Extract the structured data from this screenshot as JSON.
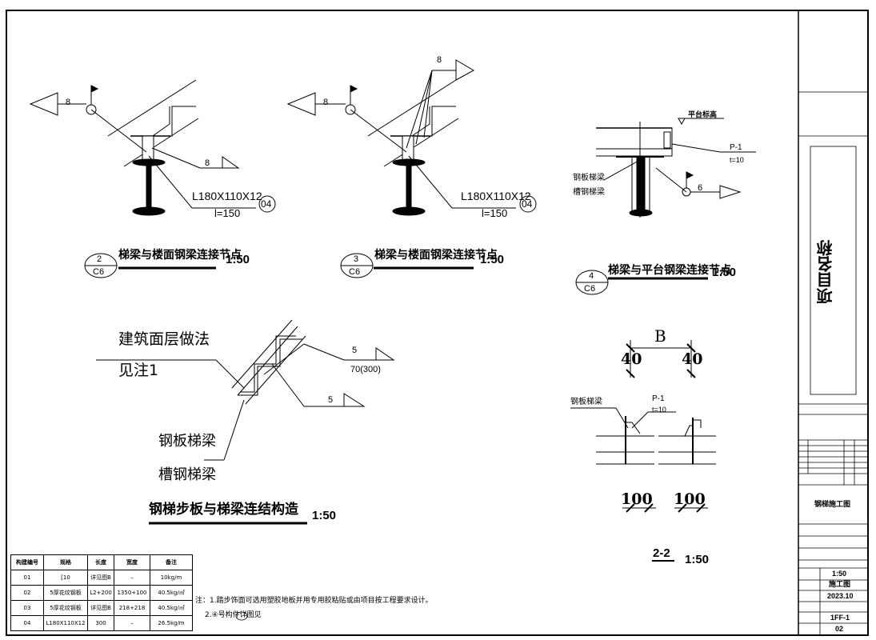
{
  "details": {
    "d2": {
      "num": "2",
      "sheet": "C6",
      "title": "梯梁与楼面钢梁连接节点",
      "scale": "1:50",
      "weld1": "8",
      "weld2": "8",
      "angle": "L180X110X12",
      "len": "l=150",
      "tag": "04"
    },
    "d3": {
      "num": "3",
      "sheet": "C6",
      "title": "梯梁与楼面钢梁连接节点",
      "scale": "1:50",
      "weld1": "8",
      "weld2": "8",
      "angle": "L180X110X12",
      "len": "l=150",
      "tag": "04"
    },
    "d4": {
      "num": "4",
      "sheet": "C6",
      "title": "梯梁与平台钢梁连接节点",
      "scale": "1:50",
      "platform": "平台标高",
      "plate": "P-1",
      "thk": "t=10",
      "beam1": "钢板梯梁",
      "beam2": "槽钢梯梁",
      "weld": "6"
    },
    "stair": {
      "title": "钢梯步板与梯梁连结构造",
      "scale": "1:50",
      "note1": "建筑面层做法",
      "note2": "见注1",
      "weld1": "5",
      "weld1b": "70(300)",
      "weld2": "5",
      "beam1": "钢板梯梁",
      "beam2": "槽钢梯梁"
    },
    "s22": {
      "title": "2-2",
      "scale": "1:50",
      "B": "B",
      "d40a": "40",
      "d40b": "40",
      "beam": "钢板梯梁",
      "plate": "P-1",
      "thk": "t=10",
      "d100a": "100",
      "d100b": "100"
    }
  },
  "table": {
    "headers": [
      "构建编号",
      "规格",
      "长度",
      "宽度",
      "备注"
    ],
    "rows": [
      [
        "01",
        "[10",
        "详见图B",
        "–",
        "10kg/m"
      ],
      [
        "02",
        "5厚花纹钢板",
        "L2+200",
        "1350+100",
        "40.5kg/㎡"
      ],
      [
        "03",
        "5厚花纹钢板",
        "详见图B",
        "218+218",
        "40.5kg/㎡"
      ],
      [
        "04",
        "L180X110X12",
        "300",
        "–",
        "26.5kg/m"
      ]
    ]
  },
  "notes": {
    "line1": "注：1.踏步饰面可选用塑胶地板并用专用胶粘贴或由项目按工程要求设计。",
    "line2": "2.④号构件详图见"
  },
  "titleblock": {
    "project_name": "项目名称",
    "drawing_name": "钢梯施工图",
    "scale": "1:50",
    "stage": "施工图",
    "date": "2023.10",
    "drawing_no": "1FF-1",
    "page": "02"
  }
}
